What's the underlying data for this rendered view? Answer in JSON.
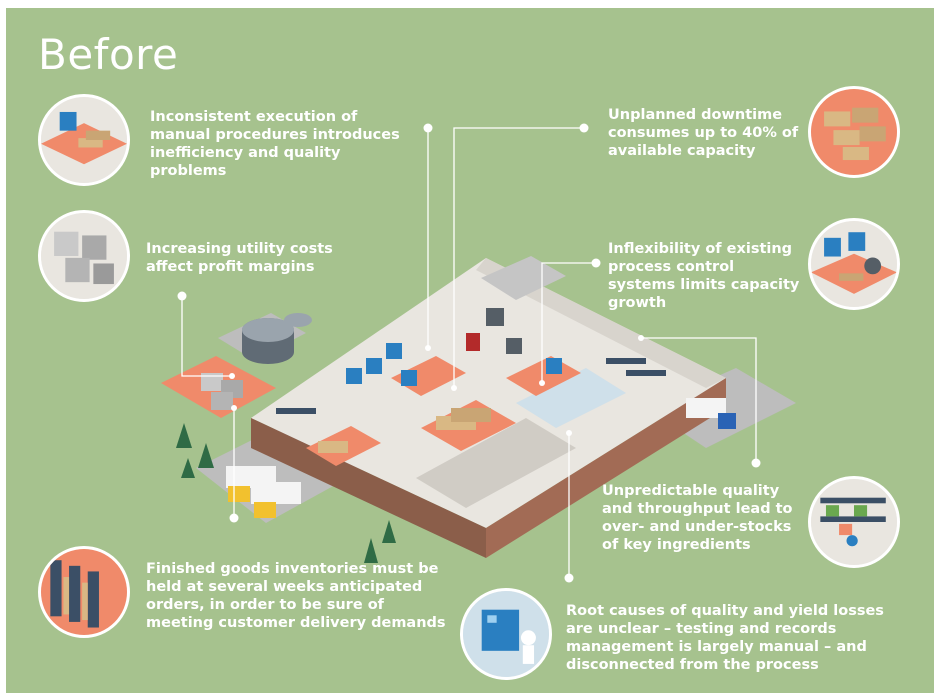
{
  "title": "Before",
  "callouts": [
    {
      "id": "manual",
      "text": "Inconsistent execution of manual procedures introduces inefficiency and quality problems"
    },
    {
      "id": "downtime",
      "text": "Unplanned downtime consumes up to 40% of available capacity"
    },
    {
      "id": "utility",
      "text": "Increasing utility costs affect profit margins"
    },
    {
      "id": "inflex",
      "text": "Inflexibility of existing process control systems limits capacity growth"
    },
    {
      "id": "quality",
      "text": "Unpredictable quality and throughput lead to over- and under-stocks of key ingredients"
    },
    {
      "id": "inventory",
      "text": "Finished goods inventories must be held at several weeks anticipated orders, in order to be sure of meeting customer delivery demands"
    },
    {
      "id": "rootcause",
      "text": "Root causes of quality and yield losses are unclear – testing and records management is largely manual – and disconnected from the process"
    }
  ],
  "colors": {
    "background": "#a6c28e",
    "accent": "#f08a6a",
    "text": "#ffffff"
  }
}
